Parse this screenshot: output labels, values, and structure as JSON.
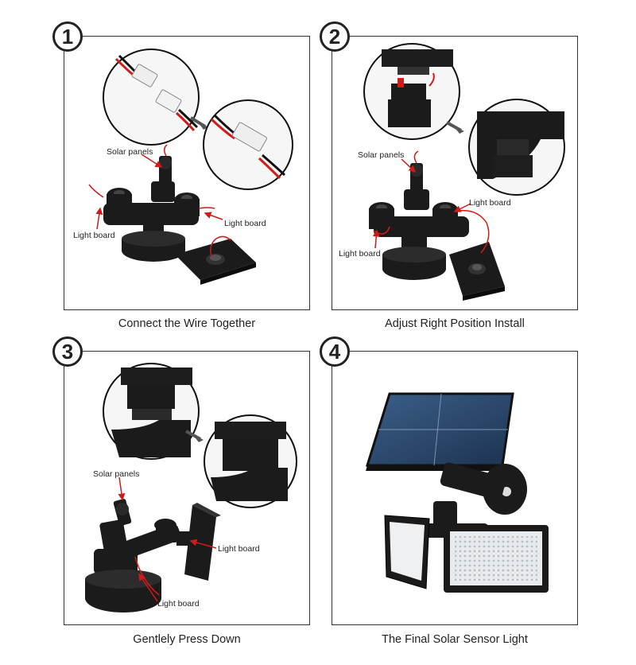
{
  "steps": [
    {
      "number": "1",
      "caption": "Connect the Wire Together",
      "labels": {
        "solar": "Solar panels",
        "light_right": "Light board",
        "light_left": "Light board"
      }
    },
    {
      "number": "2",
      "caption": "Adjust Right Position Install",
      "labels": {
        "solar": "Solar panels",
        "light_right": "Light board",
        "light_left": "Light board"
      }
    },
    {
      "number": "3",
      "caption": "Gentlely Press Down",
      "labels": {
        "solar": "Solar panels",
        "light_right": "Light board",
        "light_left": "Light board"
      }
    },
    {
      "number": "4",
      "caption": "The Final Solar Sensor Light"
    }
  ],
  "colors": {
    "wire_red": "#d11a1a",
    "product_black": "#1b1b1b",
    "arrow_grey": "#555555",
    "panel_blue": "#2f4b6e"
  }
}
